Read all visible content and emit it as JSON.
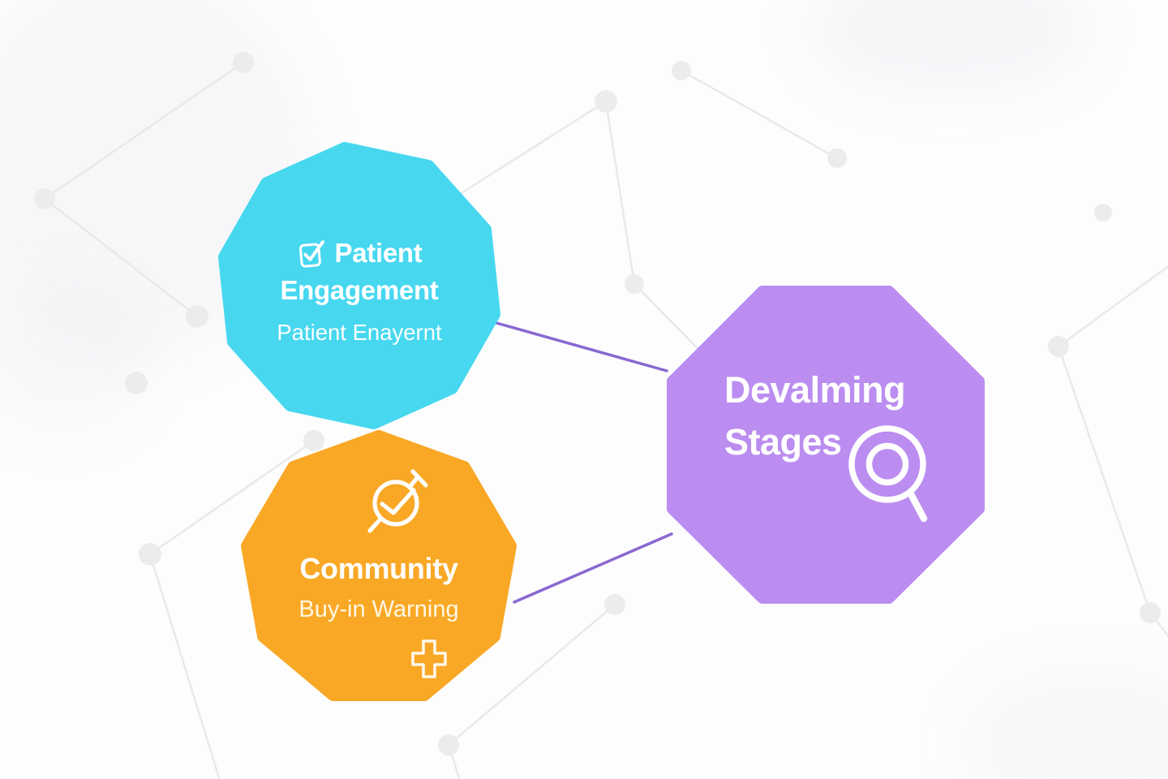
{
  "diagram": {
    "background_color": "#fdfdfe",
    "network": {
      "line_color": "#e9e9eb",
      "node_color": "#ececee"
    },
    "connector_color": "#8a68d0",
    "shapes": {
      "patient_engagement": {
        "fill": "#47d8f0",
        "title_line1": "Patient",
        "title_line2": "Engagement",
        "subtitle": "Patient Enayernt",
        "icon": "checkbox-icon",
        "sides": 10
      },
      "community": {
        "fill": "#f9a826",
        "title": "Community",
        "subtitle": "Buy-in Warning",
        "icons": [
          "magnifier-check-icon",
          "plus-cross-icon"
        ],
        "sides": 9
      },
      "devalming_stages": {
        "fill": "#bb8df0",
        "title_line1": "Devalming",
        "title_line2": "Stages",
        "icon": "magnifier-icon",
        "sides": 8
      }
    }
  }
}
